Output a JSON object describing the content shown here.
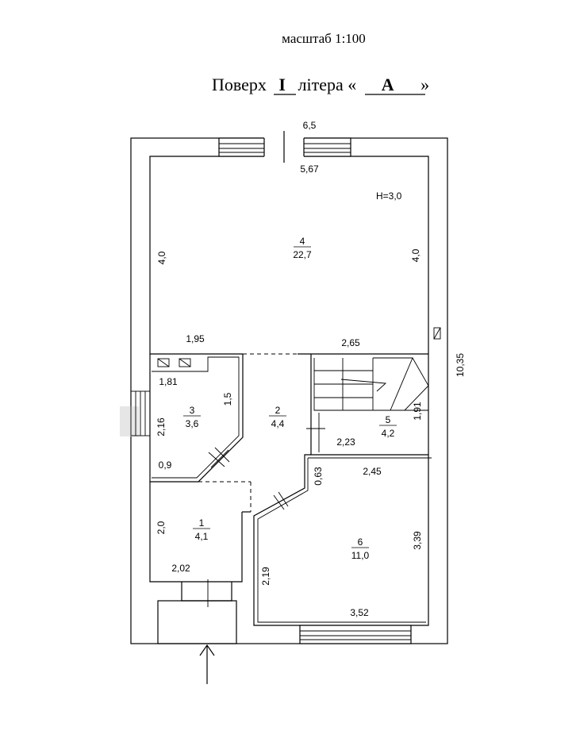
{
  "header": {
    "scale_text": "масштаб 1:100",
    "floor_prefix": "Поверх",
    "floor_number": "I",
    "letter_prefix": "літера «",
    "letter_value": "А",
    "letter_suffix": "»"
  },
  "plan": {
    "height_note": "H=3,0",
    "rooms": [
      {
        "number": "1",
        "area": "4,1"
      },
      {
        "number": "2",
        "area": "4,4"
      },
      {
        "number": "3",
        "area": "3,6"
      },
      {
        "number": "4",
        "area": "22,7"
      },
      {
        "number": "5",
        "area": "4,2"
      },
      {
        "number": "6",
        "area": "11,0"
      }
    ],
    "dimensions": {
      "outer_width": "6,5",
      "outer_length": "10,35",
      "room4_width": "5,67",
      "room4_left": "4,0",
      "room4_right": "4,0",
      "room4_bottom_left": "1,95",
      "room4_bottom_right": "2,65",
      "room3_top": "1,81",
      "room3_right": "1,5",
      "room3_left": "2,16",
      "room3_bottom": "0,9",
      "room5_right": "1,91",
      "room5_bottom": "2,23",
      "room6_top": "2,45",
      "room6_step": "0,63",
      "room6_right": "3,39",
      "room6_left": "2,19",
      "room6_bottom": "3,52",
      "room1_left": "2,0",
      "room1_bottom": "2,02"
    }
  }
}
